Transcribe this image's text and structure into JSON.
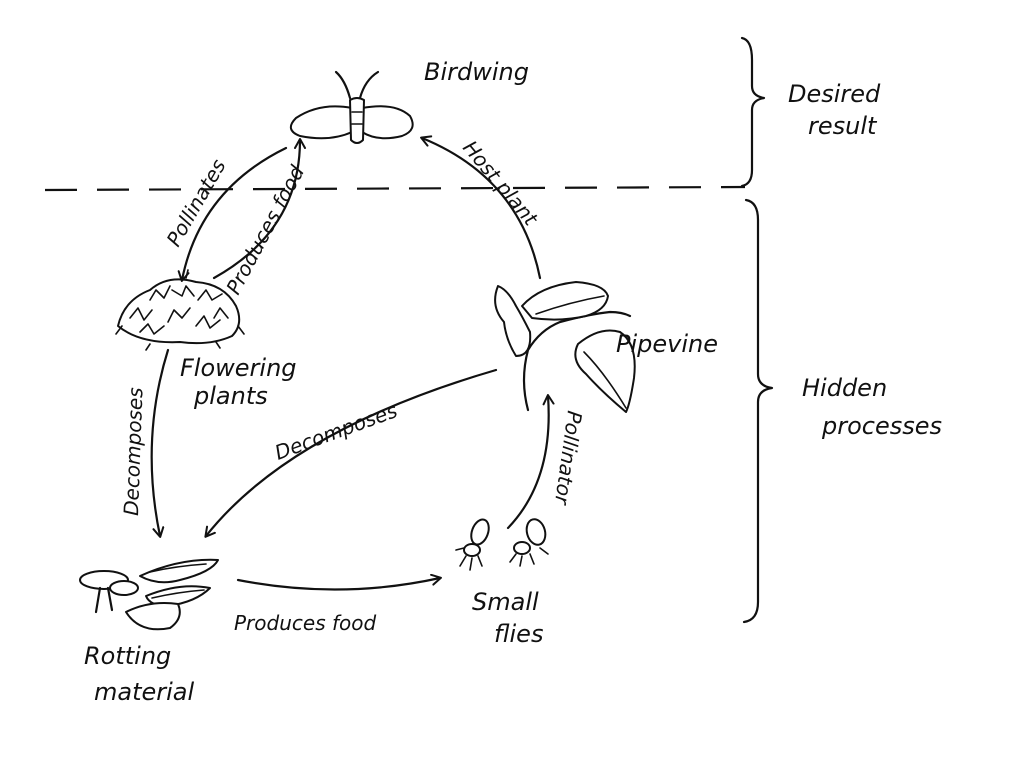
{
  "nodes": {
    "birdwing": "Birdwing",
    "flowering_line1": "Flowering",
    "flowering_line2": "plants",
    "pipevine": "Pipevine",
    "rotting_line1": "Rotting",
    "rotting_line2": "material",
    "flies_line1": "Small",
    "flies_line2": "flies"
  },
  "edges": {
    "pollinates": "Pollinates",
    "produces_food_flower": "Produces food",
    "host_plant": "Host plant",
    "decomposes_flower": "Decomposes",
    "decomposes_pipevine": "Decomposes",
    "pollinator": "Pollinator",
    "produces_food_rot": "Produces food"
  },
  "brackets": {
    "desired_line1": "Desired",
    "desired_line2": "result",
    "hidden_line1": "Hidden",
    "hidden_line2": "processes"
  },
  "colors": {
    "ink": "#111111",
    "paper": "#ffffff"
  }
}
